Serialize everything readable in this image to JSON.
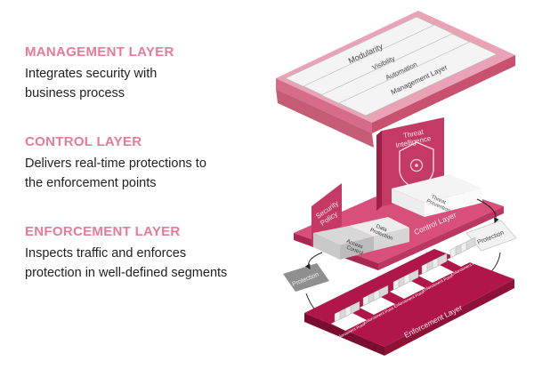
{
  "layers": [
    {
      "title": "MANAGEMENT LAYER",
      "desc_lines": [
        "Integrates security with",
        "business process"
      ]
    },
    {
      "title": "CONTROL LAYER",
      "desc_lines": [
        "Delivers real-time protections to",
        "the enforcement points"
      ]
    },
    {
      "title": "ENFORCEMENT LAYER",
      "desc_lines": [
        "Inspects traffic and enforces",
        "protection in well-defined segments"
      ]
    }
  ],
  "diagram": {
    "management_bars": [
      "Modularity",
      "Visibility",
      "Automation",
      "Management Layer"
    ],
    "threat_intelligence": [
      "Threat",
      "Intelligence"
    ],
    "threat_prevention": [
      "Threat",
      "Prevention"
    ],
    "security_policy": [
      "Security",
      "Policy"
    ],
    "access_control": [
      "Access",
      "Control"
    ],
    "data_protection": [
      "Data",
      "Protection"
    ],
    "control_layer": "Control Layer",
    "protection_right": "Protection",
    "protection_left": "Protection",
    "enforcement_layer": "Enforcement Layer",
    "segment_label": "Enforcement Point"
  },
  "colors": {
    "title_pink": "#e87a98",
    "management": "#e4859e",
    "control": "#d0406e",
    "enforcement": "#a5123f"
  }
}
